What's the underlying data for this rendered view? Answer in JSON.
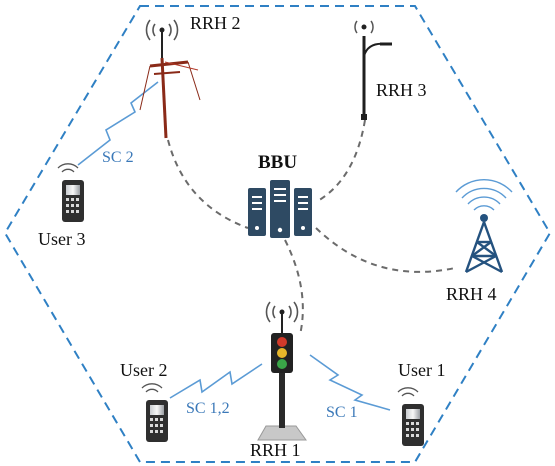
{
  "diagram": {
    "bbu_label": "BBU",
    "rrh": [
      "RRH 1",
      "RRH 2",
      "RRH 3",
      "RRH 4"
    ],
    "users": [
      "User 1",
      "User 2",
      "User 3"
    ],
    "links": [
      "SC 1",
      "SC 1,2",
      "SC 2"
    ]
  },
  "colors": {
    "cell_border": "#2f80c4",
    "link_text": "#3a78b8",
    "fronthaul": "#6b6b6b",
    "server": "#2e4a63",
    "tower": "#24527f",
    "pole": "#8a2a18"
  }
}
